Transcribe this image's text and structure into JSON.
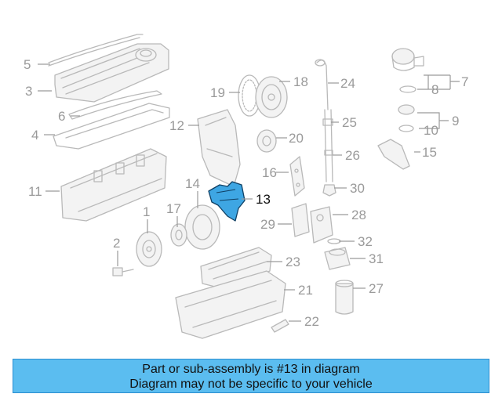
{
  "diagram": {
    "callouts": {
      "c1": "1",
      "c2": "2",
      "c3": "3",
      "c4": "4",
      "c5": "5",
      "c6": "6",
      "c7": "7",
      "c8": "8",
      "c9": "9",
      "c10": "10",
      "c11": "11",
      "c12": "12",
      "c13": "13",
      "c14": "14",
      "c15": "15",
      "c16": "16",
      "c17": "17",
      "c18": "18",
      "c19": "19",
      "c20": "20",
      "c21": "21",
      "c22": "22",
      "c23": "23",
      "c24": "24",
      "c25": "25",
      "c26": "26",
      "c27": "27",
      "c28": "28",
      "c29": "29",
      "c30": "30",
      "c31": "31",
      "c32": "32"
    },
    "highlighted_part": "13",
    "colors": {
      "highlight": "#3ea6e3",
      "banner": "#5bbdf0",
      "linework": "#b9b9b9"
    }
  },
  "banner": {
    "line1": "Part or sub-assembly is #13 in diagram",
    "line2": "Diagram may not be specific to your vehicle"
  }
}
